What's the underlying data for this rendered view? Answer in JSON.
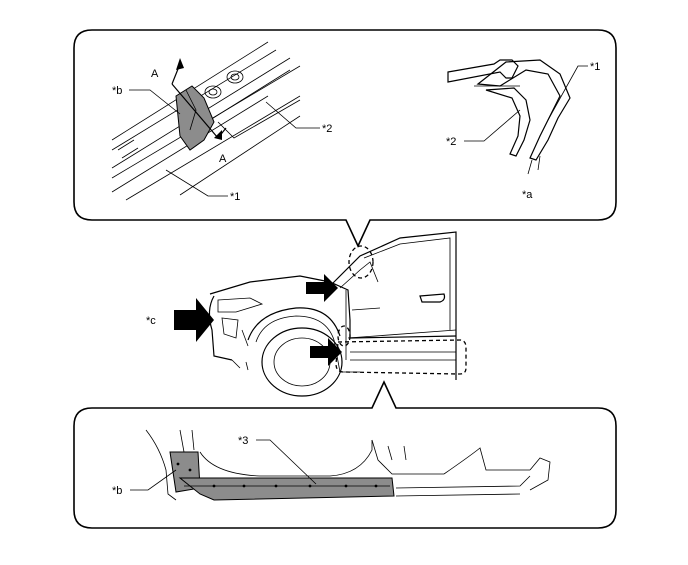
{
  "callouts": {
    "part1": "*1",
    "part2": "*2",
    "part3": "*3",
    "view_a": "*a",
    "view_b": "*b",
    "view_c": "*c",
    "section_a": "A"
  }
}
